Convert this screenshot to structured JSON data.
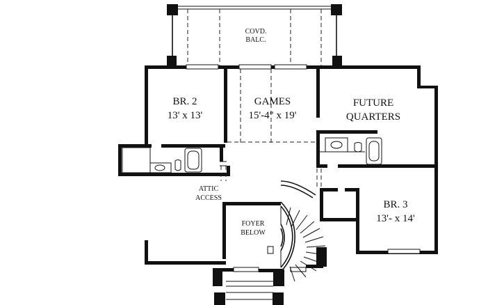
{
  "rooms": {
    "balcony": {
      "name_line1": "COVD.",
      "name_line2": "BALC."
    },
    "br2": {
      "name": "BR. 2",
      "size": "13' x 13'"
    },
    "games": {
      "name": "GAMES",
      "size": "15'-4\" x 19'"
    },
    "future": {
      "name_line1": "FUTURE",
      "name_line2": "QUARTERS"
    },
    "attic": {
      "name_line1": "ATTIC",
      "name_line2": "ACCESS"
    },
    "foyer": {
      "name_line1": "FOYER",
      "name_line2": "BELOW"
    },
    "br3": {
      "name": "BR. 3",
      "size": "13'- x 14'"
    }
  }
}
